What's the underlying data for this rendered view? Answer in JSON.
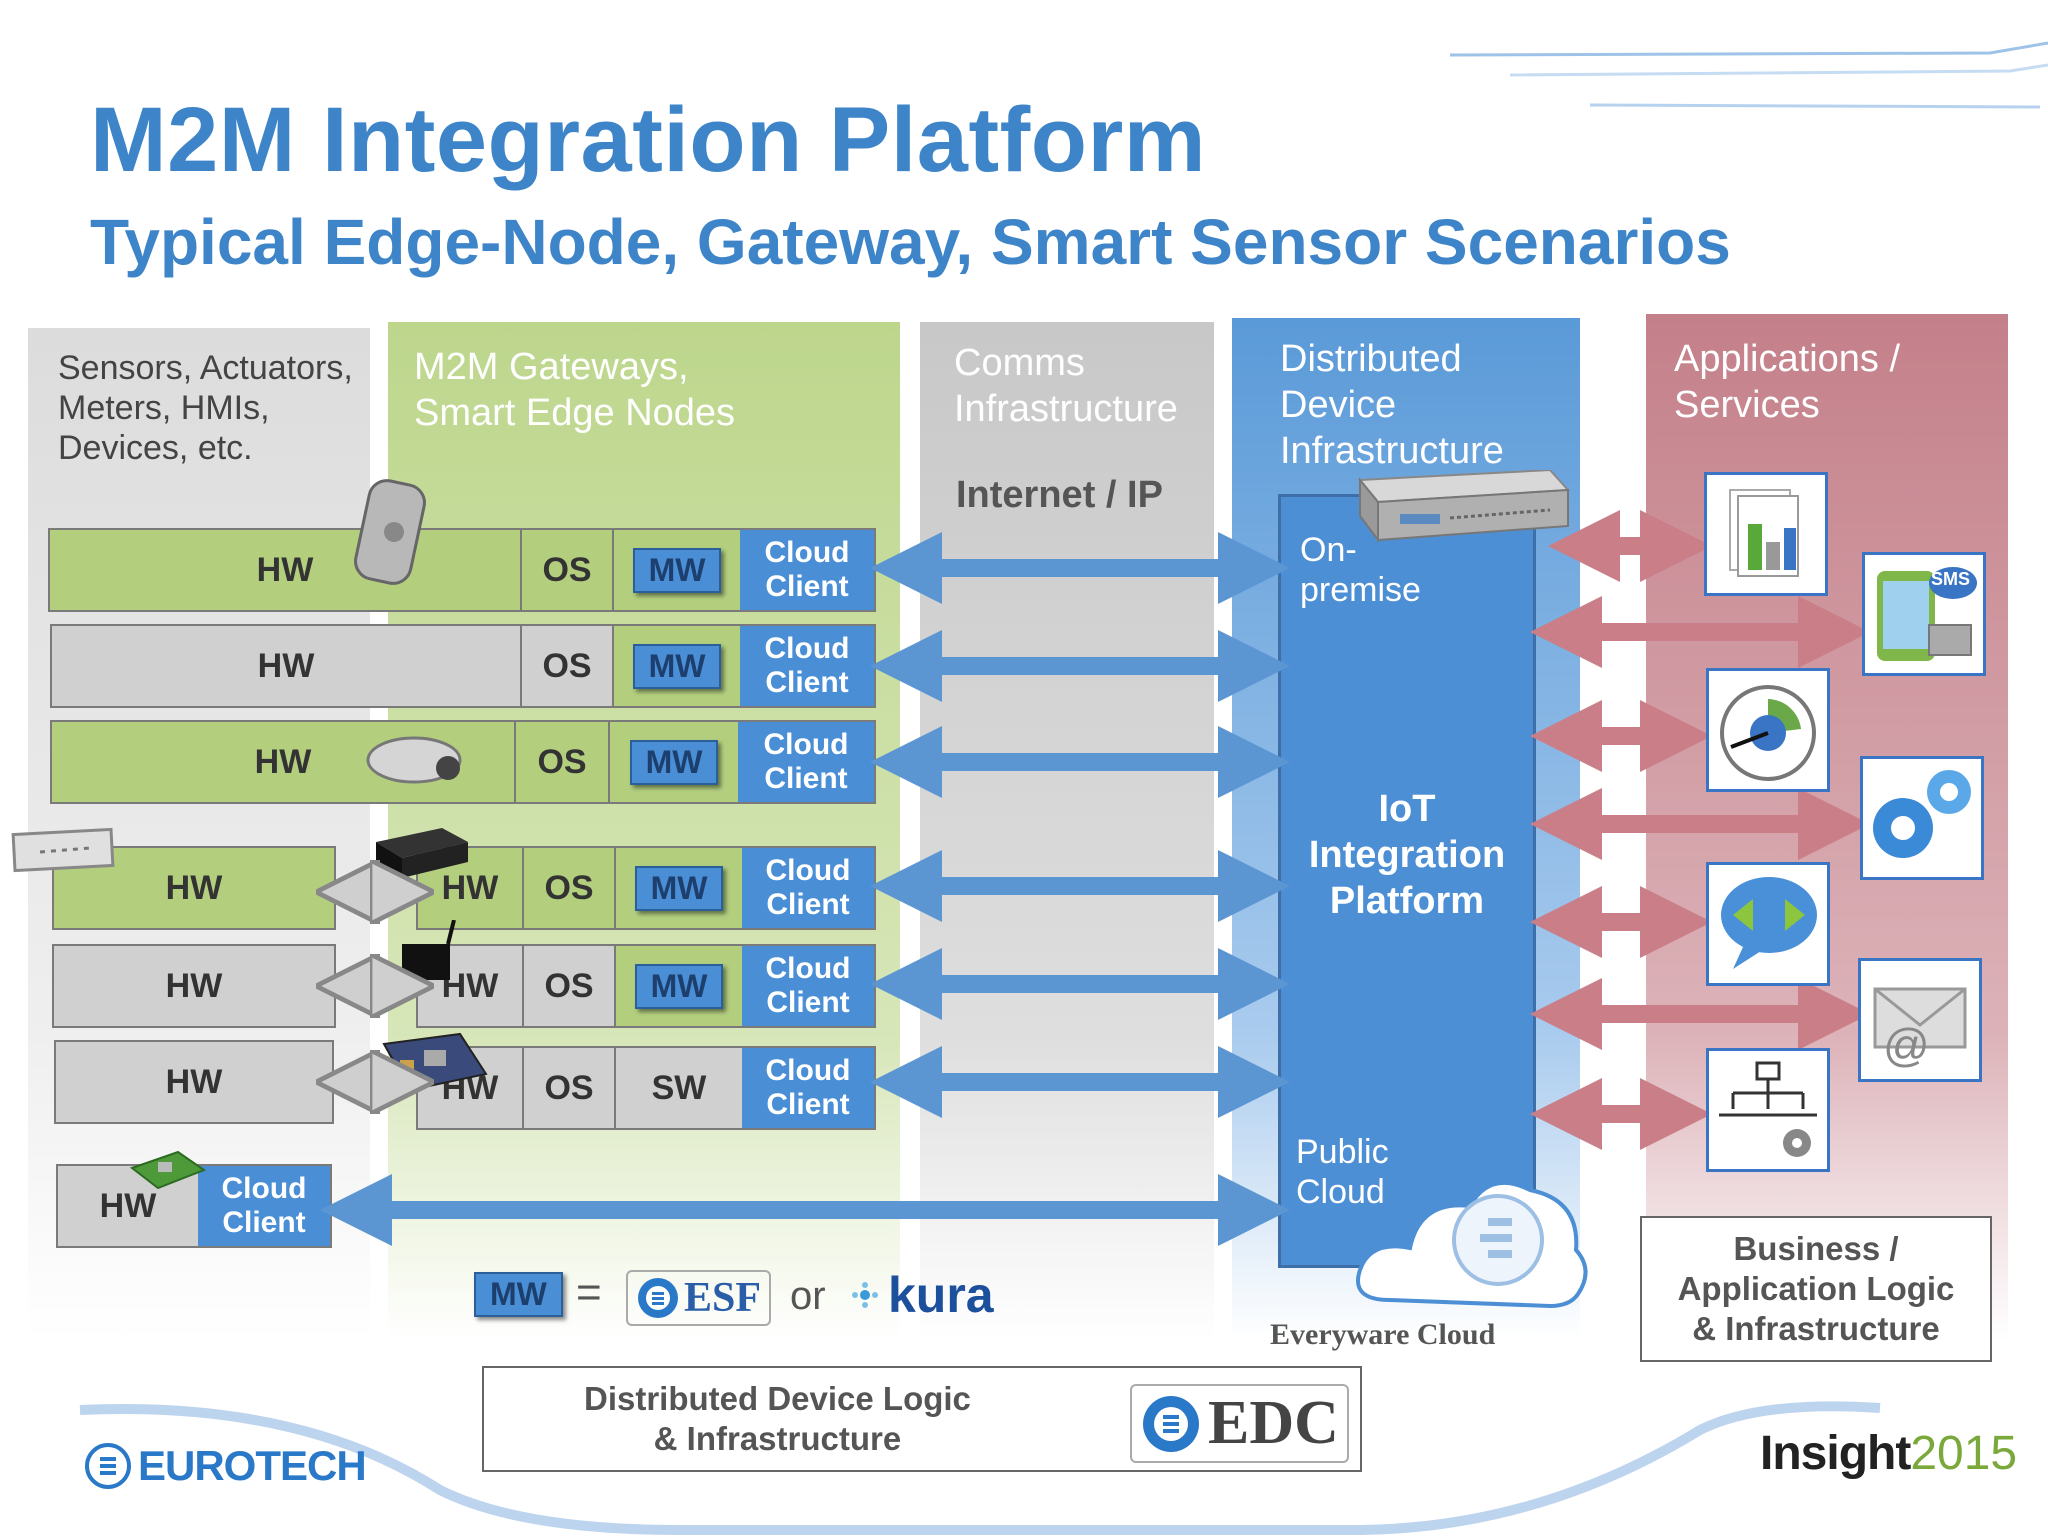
{
  "title": "M2M Integration Platform",
  "subtitle": "Typical Edge-Node, Gateway, Smart Sensor Scenarios",
  "columns": {
    "sensors": "Sensors, Actuators,\nMeters, HMIs,\nDevices, etc.",
    "gateways": "M2M Gateways,\nSmart Edge Nodes",
    "comms": "Comms\nInfrastructure",
    "comms_sub": "Internet / IP",
    "ddi": "Distributed\nDevice\nInfrastructure",
    "apps": "Applications /\nServices"
  },
  "rows": [
    {
      "hw": "HW",
      "os": "OS",
      "mw": "MW",
      "cloud": "Cloud\nClient"
    },
    {
      "hw": "HW",
      "os": "OS",
      "mw": "MW",
      "cloud": "Cloud\nClient"
    },
    {
      "hw": "HW",
      "os": "OS",
      "mw": "MW",
      "cloud": "Cloud\nClient"
    },
    {
      "hw": "HW",
      "hw2": "HW",
      "os": "OS",
      "mw": "MW",
      "cloud": "Cloud\nClient"
    },
    {
      "hw": "HW",
      "hw2": "HW",
      "os": "OS",
      "mw": "MW",
      "cloud": "Cloud\nClient"
    },
    {
      "hw": "HW",
      "hw2": "HW",
      "os": "OS",
      "sw": "SW",
      "cloud": "Cloud\nClient"
    },
    {
      "hw": "HW",
      "cloud": "Cloud\nClient"
    }
  ],
  "platform": {
    "on_premise": "On-\npremise",
    "iot": "IoT\nIntegration\nPlatform",
    "public_cloud": "Public\nCloud",
    "everyware": "Everyware Cloud"
  },
  "legend": {
    "mw": "MW",
    "equals": "=",
    "esf": "ESF",
    "or": "or",
    "kura": "kura"
  },
  "business_box": "Business /\nApplication Logic\n& Infrastructure",
  "ddl_box": "Distributed Device Logic\n&  Infrastructure",
  "edc": "EDC",
  "eurotech": "EUROTECH",
  "insight": "Insight",
  "insight_year": "2015",
  "sms_label": "SMS",
  "colors": {
    "accent": "#3d85c8",
    "green": "#b3cf7e",
    "gray": "#d0d0d0",
    "blue_col": "#5b9bd9",
    "red_col": "#c9818b",
    "arrow_blue": "#5b96d3",
    "arrow_red": "#c97e88"
  }
}
